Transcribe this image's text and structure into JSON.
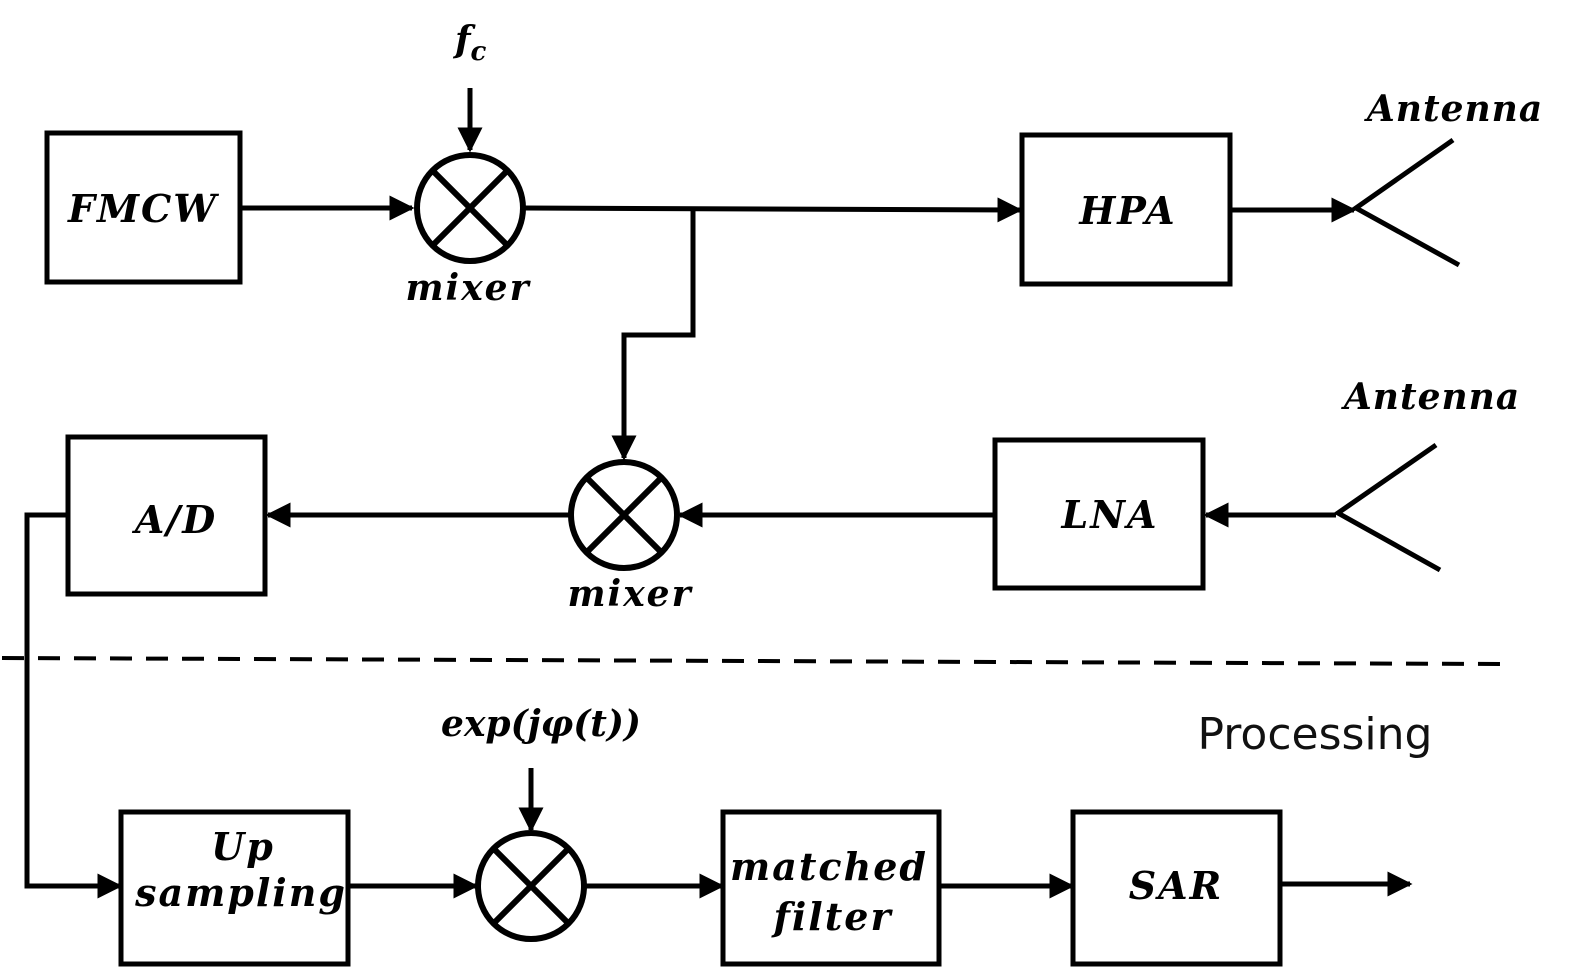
{
  "blocks": {
    "fmcw": "FMCW",
    "hpa": "HPA",
    "lna": "LNA",
    "adc": "A/D",
    "upsampling_line1": "Up",
    "upsampling_line2": "sampling",
    "matched_line1": "matched",
    "matched_line2": "filter",
    "sar": "SAR"
  },
  "labels": {
    "carrier": "f",
    "carrier_sub": "c",
    "tx_mixer": "mixer",
    "rx_mixer": "mixer",
    "tx_antenna": "Antenna",
    "rx_antenna": "Antenna",
    "phase_term": "exp(jφ(t))",
    "processing": "Processing"
  }
}
